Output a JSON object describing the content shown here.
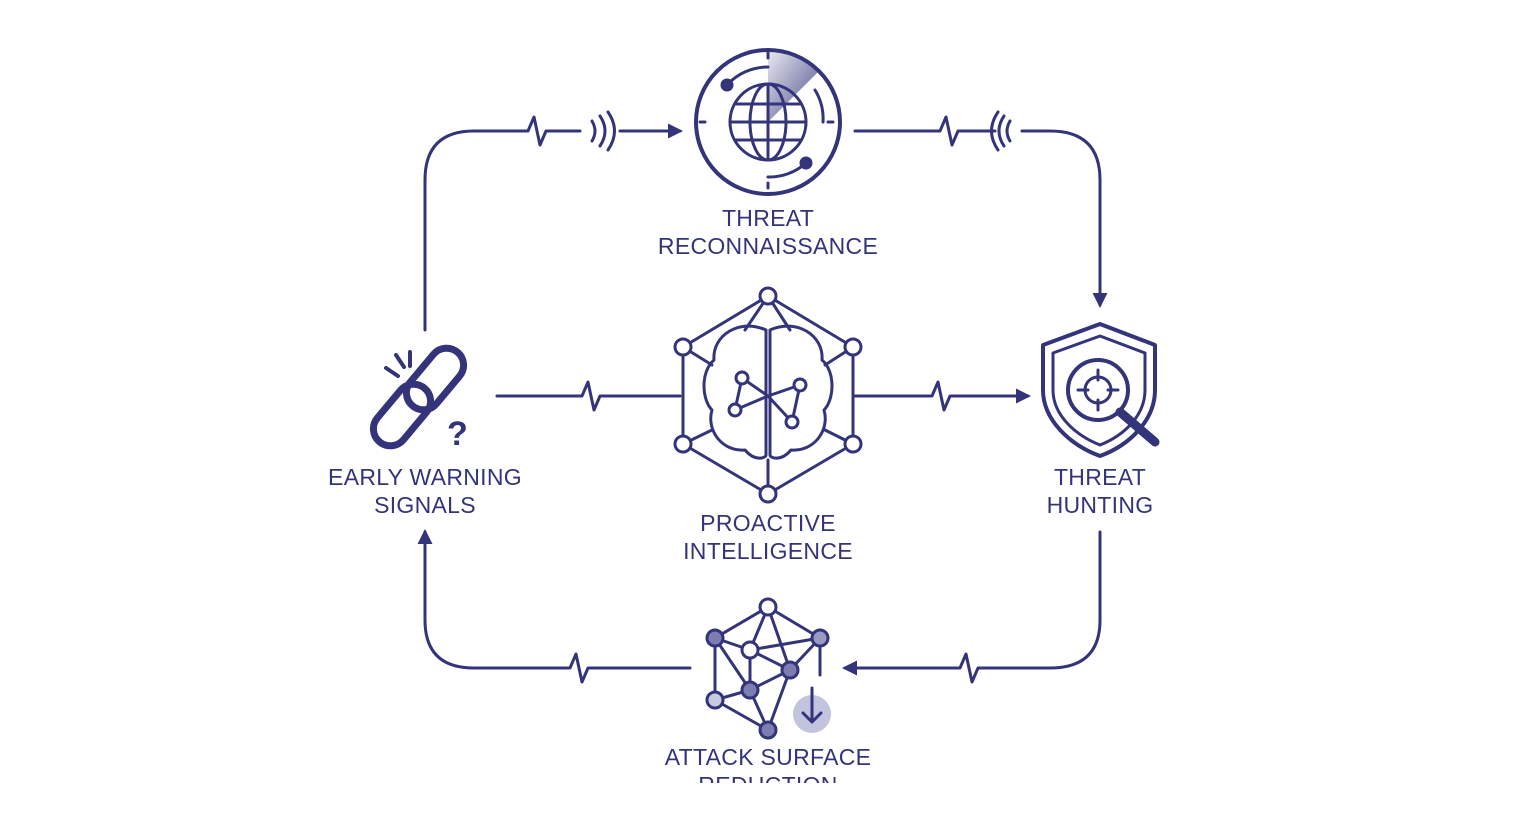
{
  "colors": {
    "primary": "#33347a",
    "light": "#9a9bc4"
  },
  "nodes": {
    "top": {
      "line1": "THREAT",
      "line2": "RECONNAISSANCE",
      "icon": "radar-globe-icon"
    },
    "left": {
      "line1": "EARLY WARNING",
      "line2": "SIGNALS",
      "icon": "broken-chain-icon"
    },
    "center": {
      "line1": "PROACTIVE",
      "line2": "INTELLIGENCE",
      "icon": "brain-network-icon"
    },
    "right": {
      "line1": "THREAT",
      "line2": "HUNTING",
      "icon": "shield-magnifier-icon"
    },
    "bottom": {
      "line1": "ATTACK SURFACE",
      "line2": "REDUCTION",
      "icon": "network-reduce-icon"
    }
  }
}
